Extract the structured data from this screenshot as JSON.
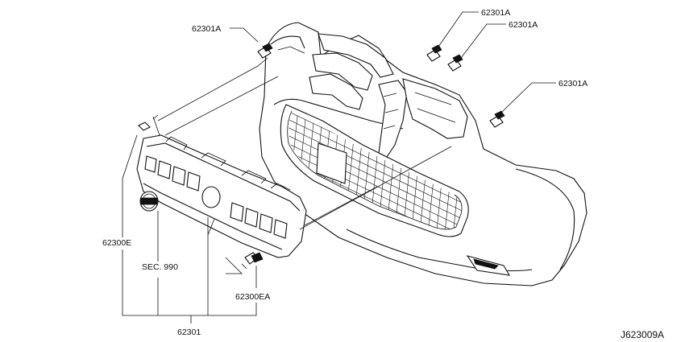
{
  "labels": {
    "clip_top_left": "62301A",
    "clip_top_right_1": "62301A",
    "clip_top_right_2": "62301A",
    "clip_right": "62301A",
    "emblem": "62300E",
    "section_ref": "SEC. 990",
    "clip_bottom": "62300EA",
    "grille_assembly": "62301"
  },
  "diagram_code": "J623009A"
}
